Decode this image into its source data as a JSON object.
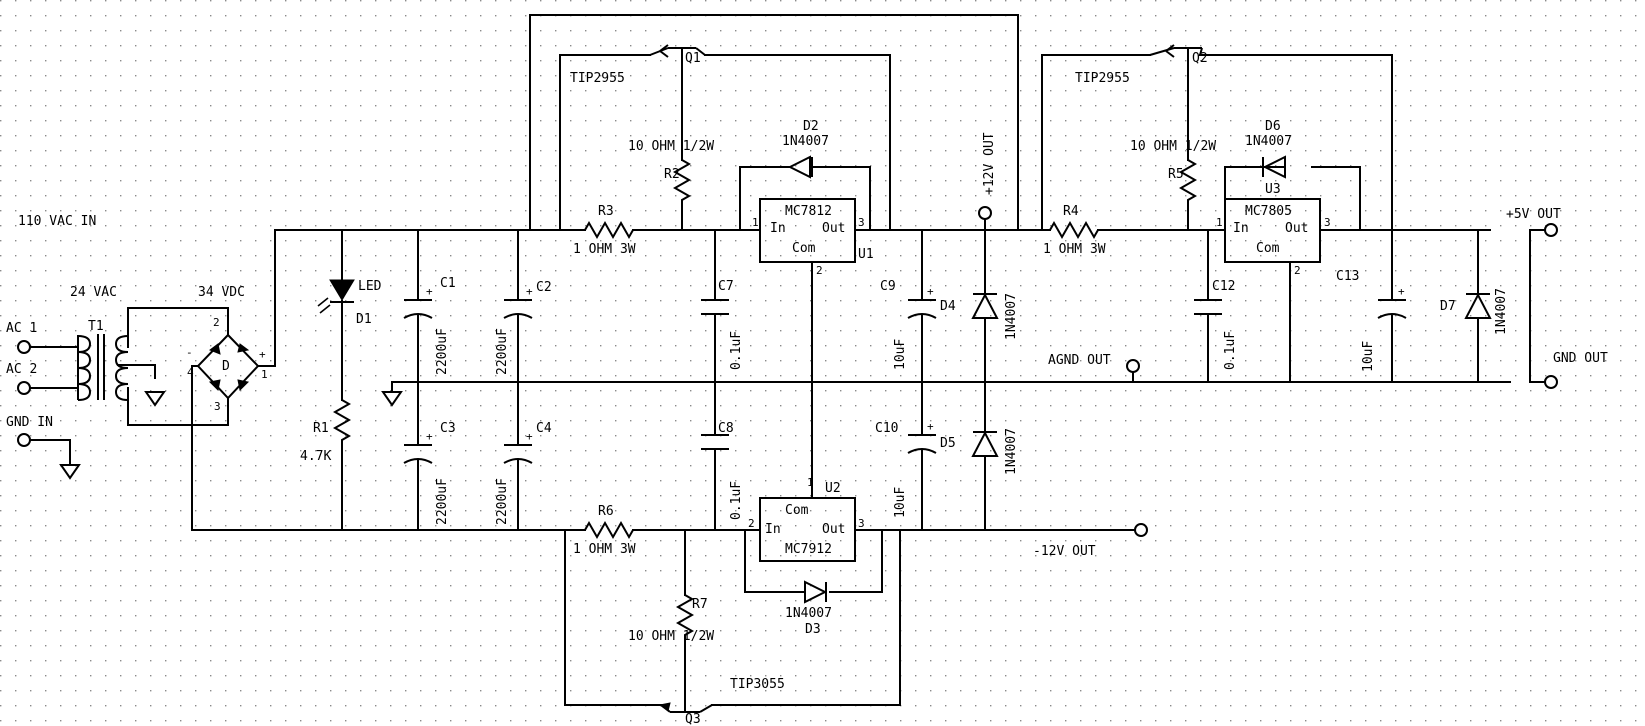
{
  "input": {
    "mains": "110 VAC IN",
    "ac1": "AC 1",
    "ac2": "AC 2",
    "gnd_in": "GND IN",
    "transformer_voltage": "24 VAC",
    "rectified_voltage": "34 VDC"
  },
  "transformer": {
    "ref": "T1"
  },
  "bridge": {
    "ref": "D",
    "pin1": "1",
    "pin2": "2",
    "pin3": "3",
    "pin4": "4",
    "plus": "+",
    "minus": "-"
  },
  "indicator": {
    "led_label": "LED",
    "led_ref": "D1",
    "r_ref": "R1",
    "r_value": "4.7K"
  },
  "filter_caps": [
    {
      "ref": "C1",
      "value": "2200uF"
    },
    {
      "ref": "C2",
      "value": "2200uF"
    },
    {
      "ref": "C3",
      "value": "2200uF"
    },
    {
      "ref": "C4",
      "value": "2200uF"
    }
  ],
  "pos12": {
    "transistor_ref": "Q1",
    "transistor_part": "TIP2955",
    "r_sense_ref": "R3",
    "r_sense_value": "1 OHM 3W",
    "r_bias_ref": "R2",
    "r_bias_value": "10 OHM 1/2W",
    "diode_ref": "D2",
    "diode_part": "1N4007",
    "reg_part": "MC7812",
    "reg_ref": "U1",
    "reg_in": "In",
    "reg_out": "Out",
    "reg_com": "Com",
    "pin1": "1",
    "pin2": "2",
    "pin3": "3",
    "cap_in_ref": "C7",
    "cap_in_value": "0.1uF",
    "cap_out_ref": "C9",
    "cap_out_value": "10uF",
    "protect_diode_ref": "D4",
    "protect_diode_part": "1N4007",
    "out_label": "+12V OUT"
  },
  "neg12": {
    "transistor_ref": "Q3",
    "transistor_part": "TIP3055",
    "r_sense_ref": "R6",
    "r_sense_value": "1 OHM 3W",
    "r_bias_ref": "R7",
    "r_bias_value": "10 OHM 1/2W",
    "diode_ref": "D3",
    "diode_part": "1N4007",
    "reg_part": "MC7912",
    "reg_ref": "U2",
    "reg_in": "In",
    "reg_out": "Out",
    "reg_com": "Com",
    "pin1": "1",
    "pin2": "2",
    "pin3": "3",
    "cap_in_ref": "C8",
    "cap_in_value": "0.1uF",
    "cap_out_ref": "C10",
    "cap_out_value": "10uF",
    "protect_diode_ref": "D5",
    "protect_diode_part": "1N4007",
    "out_label": "-12V OUT"
  },
  "pos5": {
    "transistor_ref": "Q2",
    "transistor_part": "TIP2955",
    "r_sense_ref": "R4",
    "r_sense_value": "1 OHM 3W",
    "r_bias_ref": "R5",
    "r_bias_value": "10 OHM 1/2W",
    "diode_ref": "D6",
    "diode_part": "1N4007",
    "reg_part": "MC7805",
    "reg_ref": "U3",
    "reg_in": "In",
    "reg_out": "Out",
    "reg_com": "Com",
    "pin1": "1",
    "pin2": "2",
    "pin3": "3",
    "cap_in_ref": "C12",
    "cap_in_value": "0.1uF",
    "cap_out_ref": "C13",
    "cap_out_value": "10uF",
    "protect_diode_ref": "D7",
    "protect_diode_part": "1N4007",
    "out_label": "+5V OUT"
  },
  "outputs": {
    "agnd": "AGND OUT",
    "gnd": "GND OUT"
  },
  "polarity_plus": "+"
}
